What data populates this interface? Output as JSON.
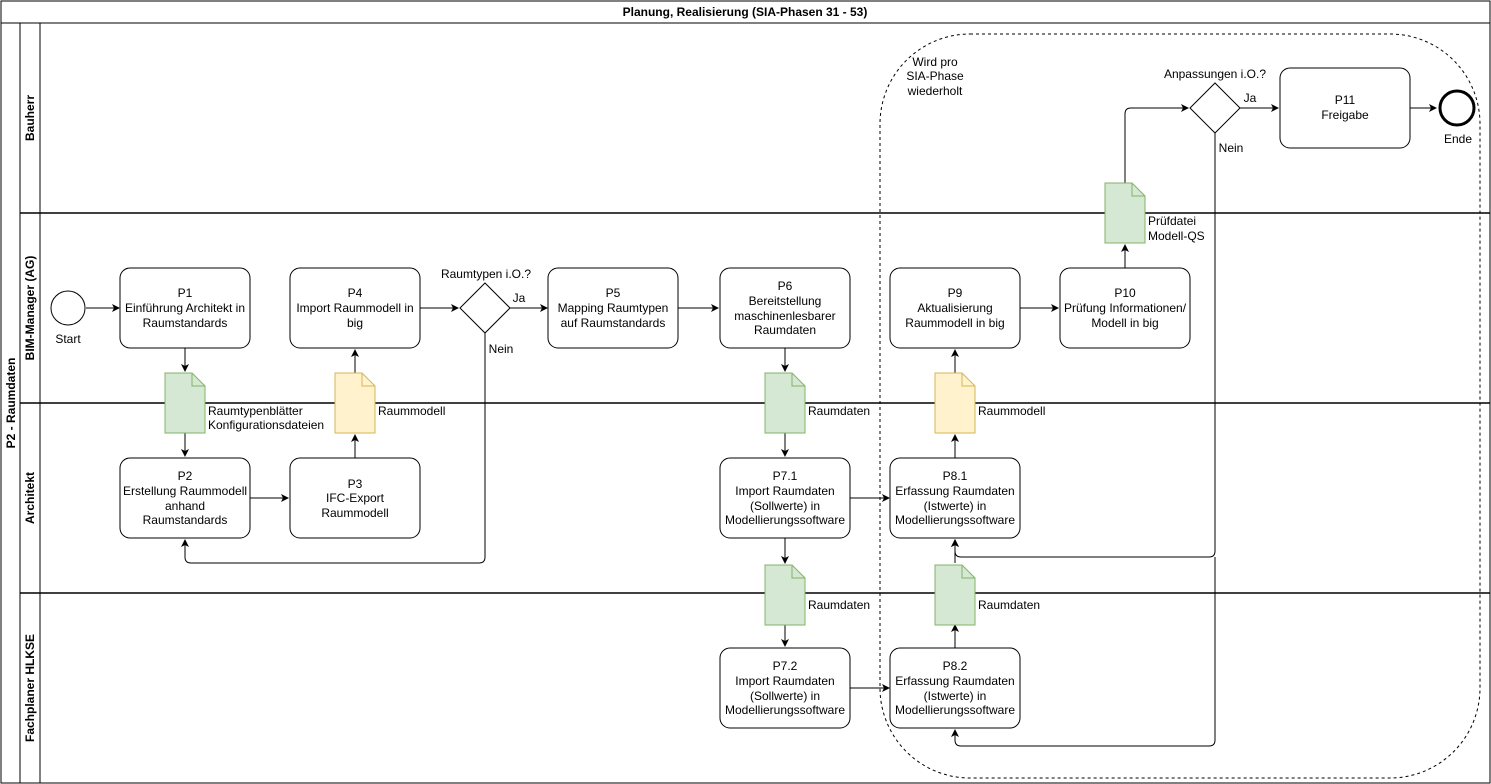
{
  "pool": {
    "title": "Planung, Realisierung (SIA-Phasen 31 - 53)",
    "name": "P2 - Raumdaten"
  },
  "lanes": [
    "Bauherr",
    "BIM-Manager (AG)",
    "Architekt",
    "Fachplaner HLKSE"
  ],
  "events": {
    "start": "Start",
    "end": "Ende"
  },
  "tasks": {
    "p1": [
      "P1",
      "Einführung Architekt in",
      "Raumstandards"
    ],
    "p2": [
      "P2",
      "Erstellung Raummodell",
      "anhand",
      "Raumstandards"
    ],
    "p3": [
      "P3",
      "IFC-Export",
      "Raummodell"
    ],
    "p4": [
      "P4",
      "Import Raummodell in",
      "big"
    ],
    "p5": [
      "P5",
      "Mapping Raumtypen",
      "auf Raumstandards"
    ],
    "p6": [
      "P6",
      "Bereitstellung",
      "maschinenlesbarer",
      "Raumdaten"
    ],
    "p7_1": [
      "P7.1",
      "Import Raumdaten",
      "(Sollwerte) in",
      "Modellierungssoftware"
    ],
    "p7_2": [
      "P7.2",
      "Import Raumdaten",
      "(Sollwerte) in",
      "Modellierungssoftware"
    ],
    "p8_1": [
      "P8.1",
      "Erfassung Raumdaten",
      "(Istwerte) in",
      "Modellierungssoftware"
    ],
    "p8_2": [
      "P8.2",
      "Erfassung Raumdaten",
      "(Istwerte) in",
      "Modellierungssoftware"
    ],
    "p9": [
      "P9",
      "Aktualisierung",
      "Raummodell in big"
    ],
    "p10": [
      "P10",
      "Prüfung Informationen/",
      "Modell in big"
    ],
    "p11": [
      "P11",
      "Freigabe"
    ]
  },
  "gateways": {
    "g1": {
      "label": "Raumtypen i.O.?",
      "yes": "Ja",
      "no": "Nein"
    },
    "g2": {
      "label": "Anpassungen i.O.?",
      "yes": "Ja",
      "no": "Nein"
    }
  },
  "documents": {
    "raumtypen": [
      "Raumtypenblätter",
      "Konfigurationsdateien"
    ],
    "raummodell1": [
      "Raummodell"
    ],
    "raumdaten1": [
      "Raumdaten"
    ],
    "raummodell2": [
      "Raummodell"
    ],
    "raumdaten2": [
      "Raumdaten"
    ],
    "raumdaten3": [
      "Raumdaten"
    ],
    "pruefdatei": [
      "Prüfdatei",
      "Modell-QS"
    ]
  },
  "group": [
    "Wird pro",
    "SIA-Phase",
    "wiederholt"
  ],
  "colors": {
    "doc_green_fill": "#d5e8d4",
    "doc_green_stroke": "#82b366",
    "doc_yellow_fill": "#fff2cc",
    "doc_yellow_stroke": "#d6b656"
  }
}
